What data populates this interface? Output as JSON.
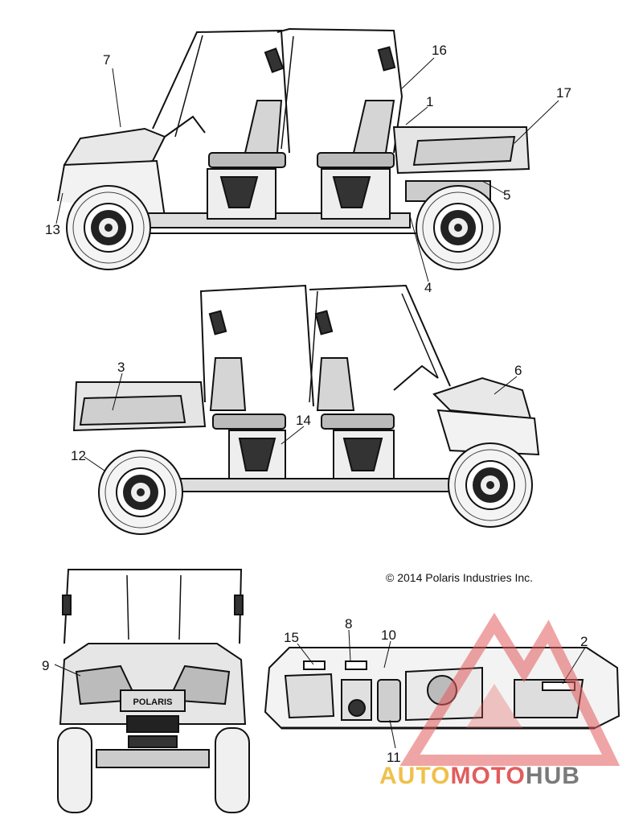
{
  "callouts": {
    "c1": "1",
    "c2": "2",
    "c3": "3",
    "c4": "4",
    "c5": "5",
    "c6": "6",
    "c7": "7",
    "c8": "8",
    "c9": "9",
    "c10": "10",
    "c11": "11",
    "c12": "12",
    "c13": "13",
    "c14": "14",
    "c15": "15",
    "c16": "16",
    "c17": "17"
  },
  "copyright": "© 2014 Polaris Industries Inc.",
  "front_badge": "POLARIS",
  "watermark": {
    "part1": "AUTO",
    "part2": "MOTO",
    "part3": "HUB",
    "colors": {
      "auto": "#f0c04a",
      "moto": "#e25c5c",
      "hub": "#7a7a7a",
      "triangle": "#e25c5c"
    }
  }
}
